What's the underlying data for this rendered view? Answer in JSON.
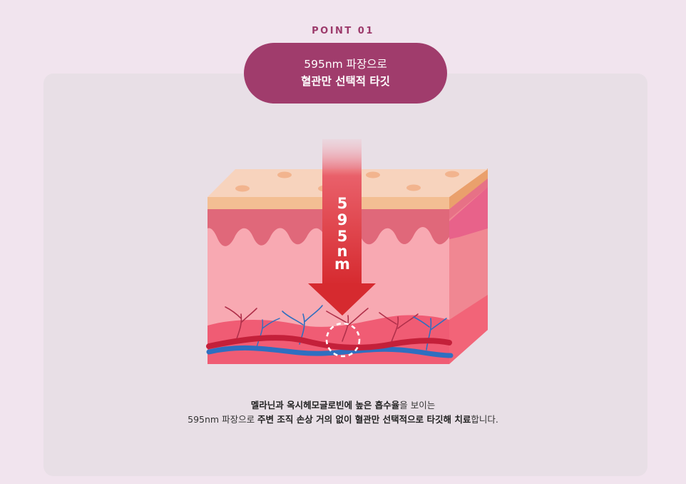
{
  "point_label": "POINT 01",
  "pill": {
    "line1": "595nm 파장으로",
    "line2": "혈관만 선택적 타깃"
  },
  "arrow_text": [
    "5",
    "9",
    "5",
    "n",
    "m"
  ],
  "caption": {
    "line1": {
      "bold": "멜라닌과 옥시헤모글로빈에 높은 흡수율",
      "normal": "을 보이는"
    },
    "line2": {
      "normal1": "595nm 파장으로 ",
      "bold": "주변 조직 손상 거의 없이 혈관만 선택적으로 타깃해 치료",
      "normal2": "합니다."
    }
  },
  "colors": {
    "background": "#f1e4ee",
    "panel": "#e8dfe6",
    "accent": "#a03c6c",
    "arrow": "#d8272d",
    "artery": "#c4203a",
    "vein": "#2f6fc0"
  }
}
